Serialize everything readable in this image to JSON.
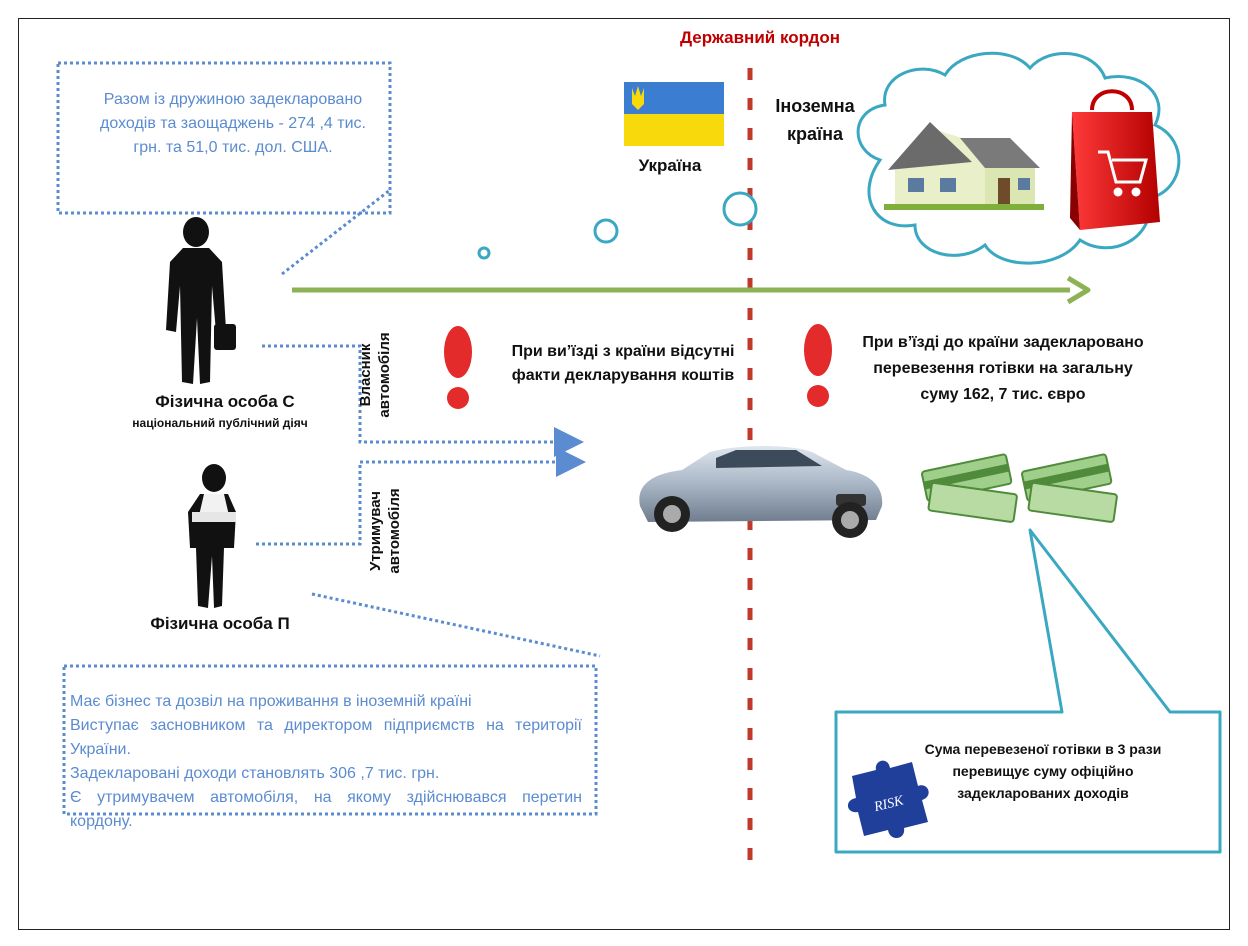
{
  "border_title": "Державний кордон",
  "ukraine_label": "Україна",
  "foreign_country_label": [
    "Іноземна",
    "країна"
  ],
  "person_c": {
    "name": "Фізична особа С",
    "role": "національний публічний діяч",
    "box_text": "Разом із дружиною задекларовано доходів та заощаджень - 274 ,4 тис. грн. та 51,0 тис. дол. США."
  },
  "person_p": {
    "name": "Фізична особа П",
    "box_lines": [
      "Має бізнес та дозвіл на проживання в іноземній країні",
      "Виступає засновником та директором підприємств на території України.",
      "Задекларовані доходи становлять 306 ,7 тис. грн.",
      "Є утримувачем автомобіля, на якому здійснювався перетин кордону."
    ]
  },
  "owner_label": [
    "Власник",
    "автомобіля"
  ],
  "user_label": [
    "Утримувач",
    "автомобіля"
  ],
  "exit_text": "При ви’їзді з країни відсутні факти декларування коштів",
  "entry_text": "При в’їзді до країни задекларовано перевезення готівки на загальну суму 162, 7 тис. євро",
  "risk_text": "Сума перевезеної готівки в 3 рази перевищує суму офіційно задекларованих доходів",
  "risk_puzzle_label": "RISK",
  "colors": {
    "border_line": "#c0392b",
    "arrow_green": "#8db255",
    "dotted_blue": "#5b8bd0",
    "callout_teal": "#3aa8c1",
    "flag_blue": "#3a7dd1",
    "flag_yellow": "#f7d90c",
    "alert_red": "#e32b2b"
  }
}
